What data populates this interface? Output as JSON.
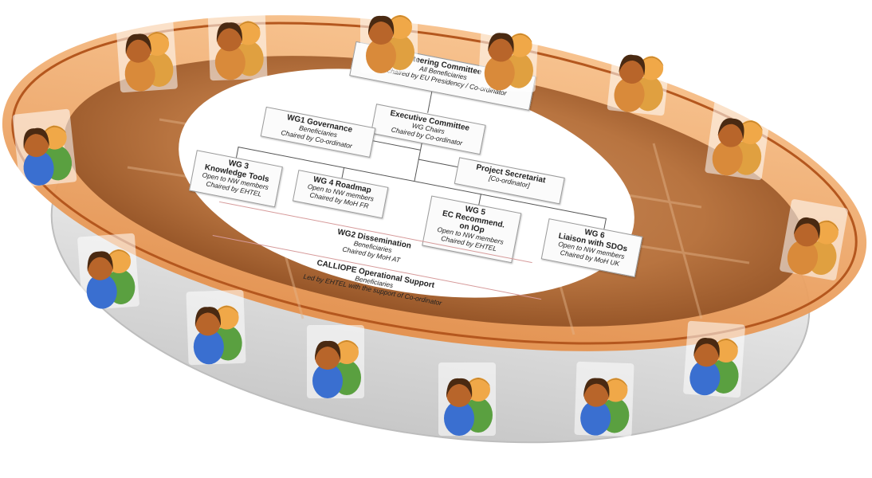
{
  "org_chart": {
    "steering": {
      "title": "Steering Committee",
      "lines": [
        "All Beneficiaries",
        "Co-chaired by EU Presidency / Co-ordinator"
      ]
    },
    "executive": {
      "title": "Executive Committee",
      "lines": [
        "WG Chairs",
        "Chaired by Co-ordinator"
      ]
    },
    "wg1": {
      "title": "WG1 Governance",
      "lines": [
        "Beneficiaries",
        "Chaired by Co-ordinator"
      ]
    },
    "secretariat": {
      "title": "Project Secretariat",
      "lines": [
        "[Co-ordinator]"
      ]
    },
    "wg3": {
      "title": "WG 3",
      "title2": "Knowledge Tools",
      "lines": [
        "Open to NW members",
        "Chaired by EHTEL"
      ]
    },
    "wg4": {
      "title": "WG 4 Roadmap",
      "lines": [
        "Open to NW members",
        "Chaired by MoH FR"
      ]
    },
    "wg5": {
      "title": "WG 5",
      "title2": "EC Recommend.",
      "title3": "on IOp",
      "lines": [
        "Open to NW members",
        "Chaired by EHTEL"
      ]
    },
    "wg6": {
      "title": "WG 6",
      "title2": "Liaison with SDOs",
      "lines": [
        "Open to NW members",
        "Chaired by MoH UK"
      ]
    },
    "wg2": {
      "title": "WG2 Dissemination",
      "lines": [
        "Beneficiaries",
        "Chaired by MoH AT"
      ]
    },
    "calliope": {
      "title": "CALLIOPE Operational Support",
      "lines": [
        "Beneficiaries",
        "Led by EHTEL with the support of Co-ordinator"
      ]
    }
  },
  "colors": {
    "plate_rim": "#b4571e",
    "plate_fill": "#f0a060",
    "person_left": "#3a6fd0",
    "person_right": "#5aa040"
  },
  "icons": {
    "person": "people-pair-icon"
  }
}
